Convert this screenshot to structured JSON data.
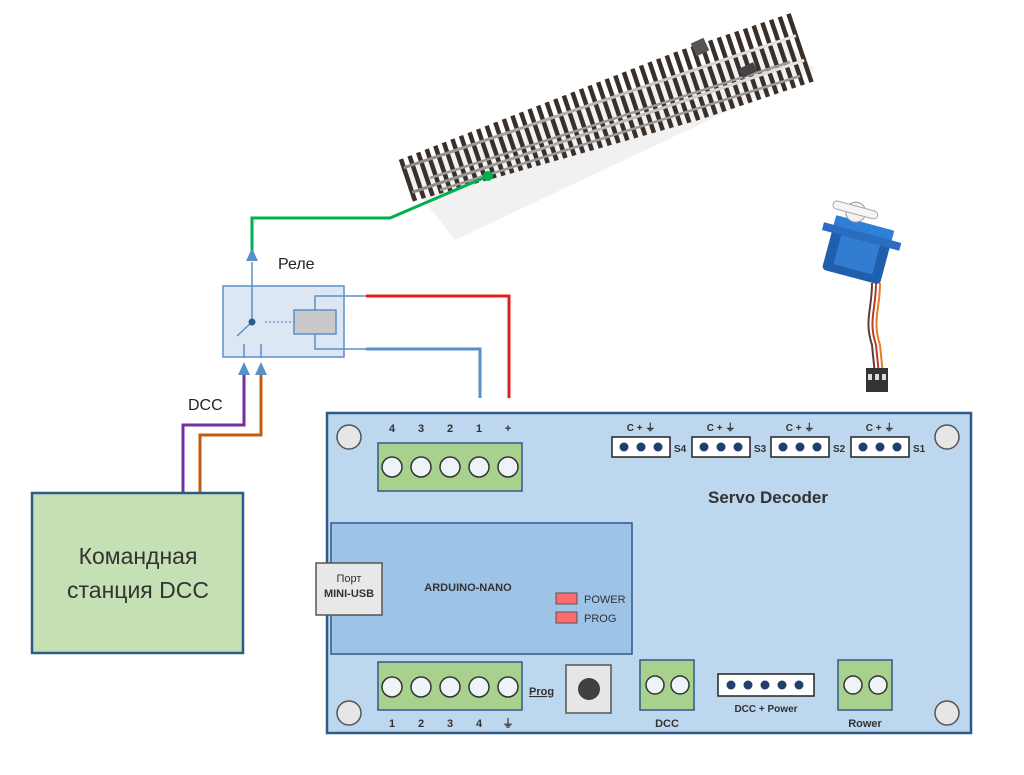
{
  "relay": {
    "label": "Реле"
  },
  "dcc_input": {
    "label": "DCC"
  },
  "command_station": {
    "line1": "Командная",
    "line2": "станция DCC"
  },
  "board": {
    "title": "Servo Decoder",
    "top_terminal_labels": [
      "4",
      "3",
      "2",
      "1",
      "+"
    ],
    "bottom_terminal_labels": [
      "1",
      "2",
      "3",
      "4",
      "⏚"
    ],
    "servo_headers": [
      {
        "pins": "C + ⏚",
        "name": "S4"
      },
      {
        "pins": "C + ⏚",
        "name": "S3"
      },
      {
        "pins": "C + ⏚",
        "name": "S2"
      },
      {
        "pins": "C + ⏚",
        "name": "S1"
      }
    ],
    "usb_port": {
      "line1": "Порт",
      "line2": "MINI-USB"
    },
    "arduino_label": "ARDUINO-NANO",
    "leds": {
      "power": "POWER",
      "prog": "PROG"
    },
    "prog_button_label": "Prog",
    "dcc_terminal_label": "DCC",
    "dcc_power_header_label": "DCC + Power",
    "power_terminal_label": "Rower"
  },
  "colors": {
    "board_fill": "#bdd7ee",
    "board_border": "#2e5a87",
    "arduino_fill": "#9dc3e6",
    "terminal_green": "#a9d18e",
    "station_fill": "#c5e0b4",
    "wire_green": "#00b050",
    "wire_red": "#e02020",
    "wire_blue": "#5b8fc7",
    "wire_purple": "#7030a0",
    "wire_brown": "#c55a11",
    "led_red": "#ff6b6b"
  }
}
